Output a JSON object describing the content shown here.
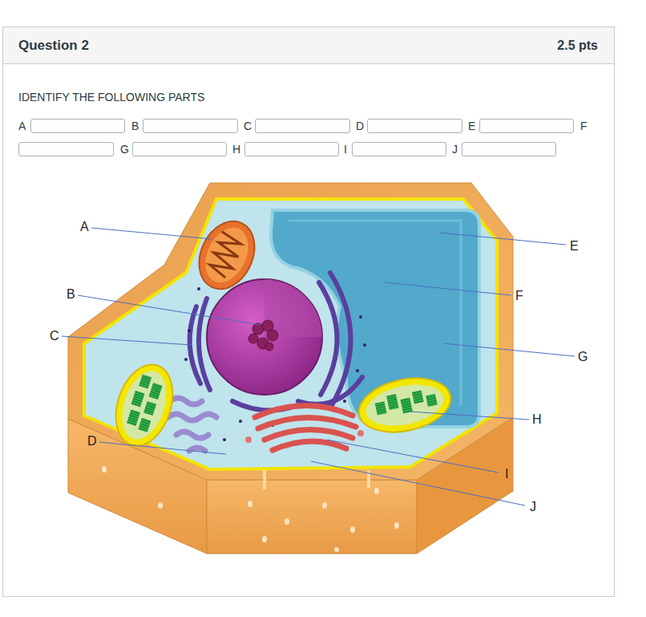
{
  "diagram": {
    "nodes": [
      {
        "text": [
          "Question 2",
          "2.5 pts"
        ]
      }
    ],
    "labels": [
      "IDENTIFY THE FOLLOWING PARTS",
      "A",
      "B",
      "C",
      "D",
      "E",
      "F",
      "G",
      "H",
      "I",
      "J",
      "A",
      "B",
      "C",
      "D",
      "E",
      "F",
      "G",
      "H",
      "I",
      "J"
    ]
  }
}
